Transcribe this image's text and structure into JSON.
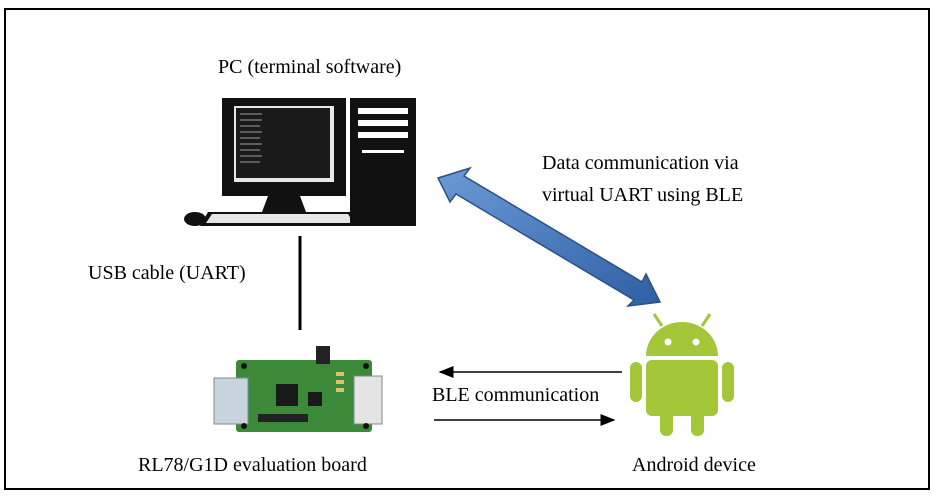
{
  "labels": {
    "pc": "PC (terminal software)",
    "data_comm_line1": "Data communication via",
    "data_comm_line2": "virtual UART using BLE",
    "usb_cable": "USB cable (UART)",
    "ble_comm": "BLE communication",
    "board": "RL78/G1D evaluation board",
    "android": "Android device"
  },
  "colors": {
    "border": "#000000",
    "double_arrow": "#4a7ec4",
    "android_green": "#a4c639",
    "board_green": "#3a8a3a"
  },
  "icons": {
    "pc": "desktop-computer-icon",
    "board": "evaluation-board-icon",
    "android": "android-robot-icon"
  }
}
